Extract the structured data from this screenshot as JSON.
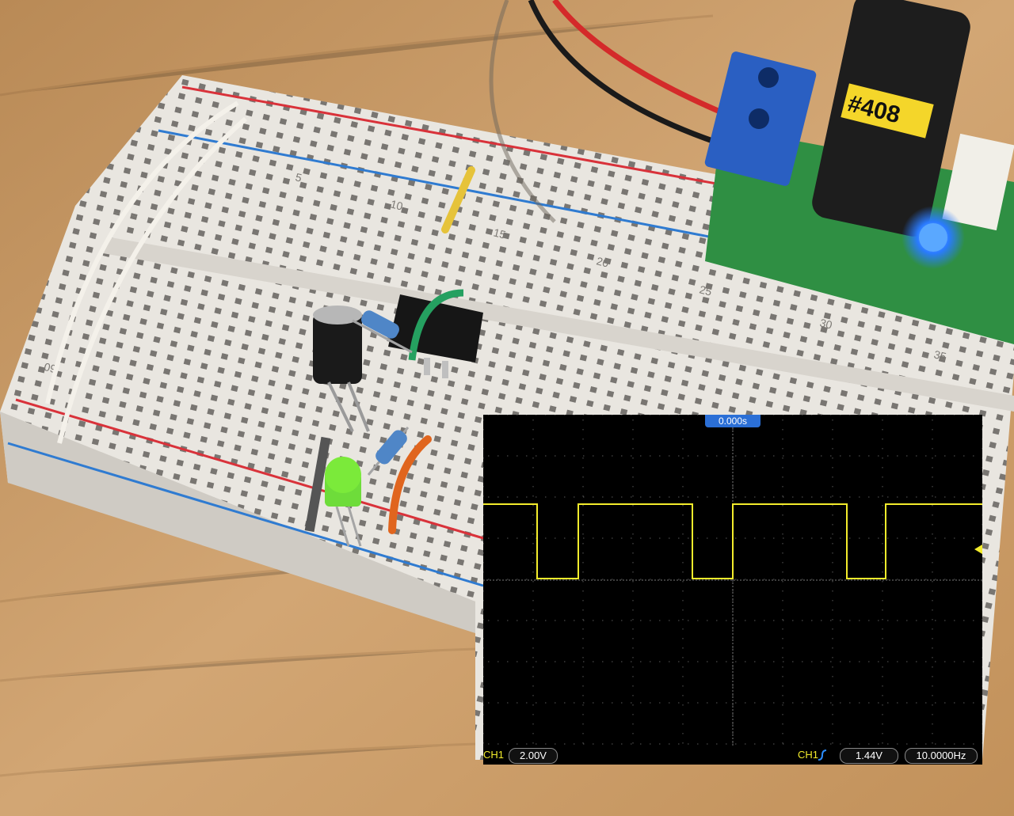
{
  "photo": {
    "labels": {
      "power_module_tag": "#408",
      "col_5": "5",
      "col_10": "10",
      "col_15": "15",
      "col_20": "20",
      "col_25": "25",
      "col_30": "30",
      "col_35": "35",
      "col_60": "60"
    },
    "colors": {
      "table": "#c89a62",
      "breadboard": "#e9e6e0",
      "rail_red": "#d9323a",
      "rail_blue": "#2f7bd1",
      "led_green": "#7bea3a",
      "led_blue": "#2a7bff",
      "pcb_green": "#2f8f43",
      "terminal_blue": "#2a5fc2"
    }
  },
  "oscilloscope": {
    "time_offset": "0.000s",
    "ch1_label": "CH1",
    "ch1_scale": "2.00V",
    "trigger_source": "CH1",
    "trigger_level": "1.44V",
    "frequency": "10.0000Hz",
    "trace_color": "#f3ec2c",
    "background": "#000000",
    "grid_color": "#5a5a5a"
  }
}
